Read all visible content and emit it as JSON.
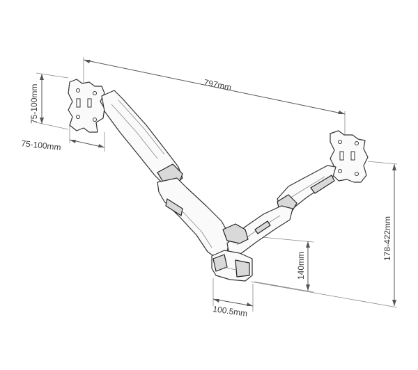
{
  "dimensions": {
    "total_width": "797mm",
    "vesa_vertical": "75-100mm",
    "vesa_horizontal": "75-100mm",
    "height_range": "178-422mm",
    "base_height": "140mm",
    "base_width": "100.5mm"
  }
}
